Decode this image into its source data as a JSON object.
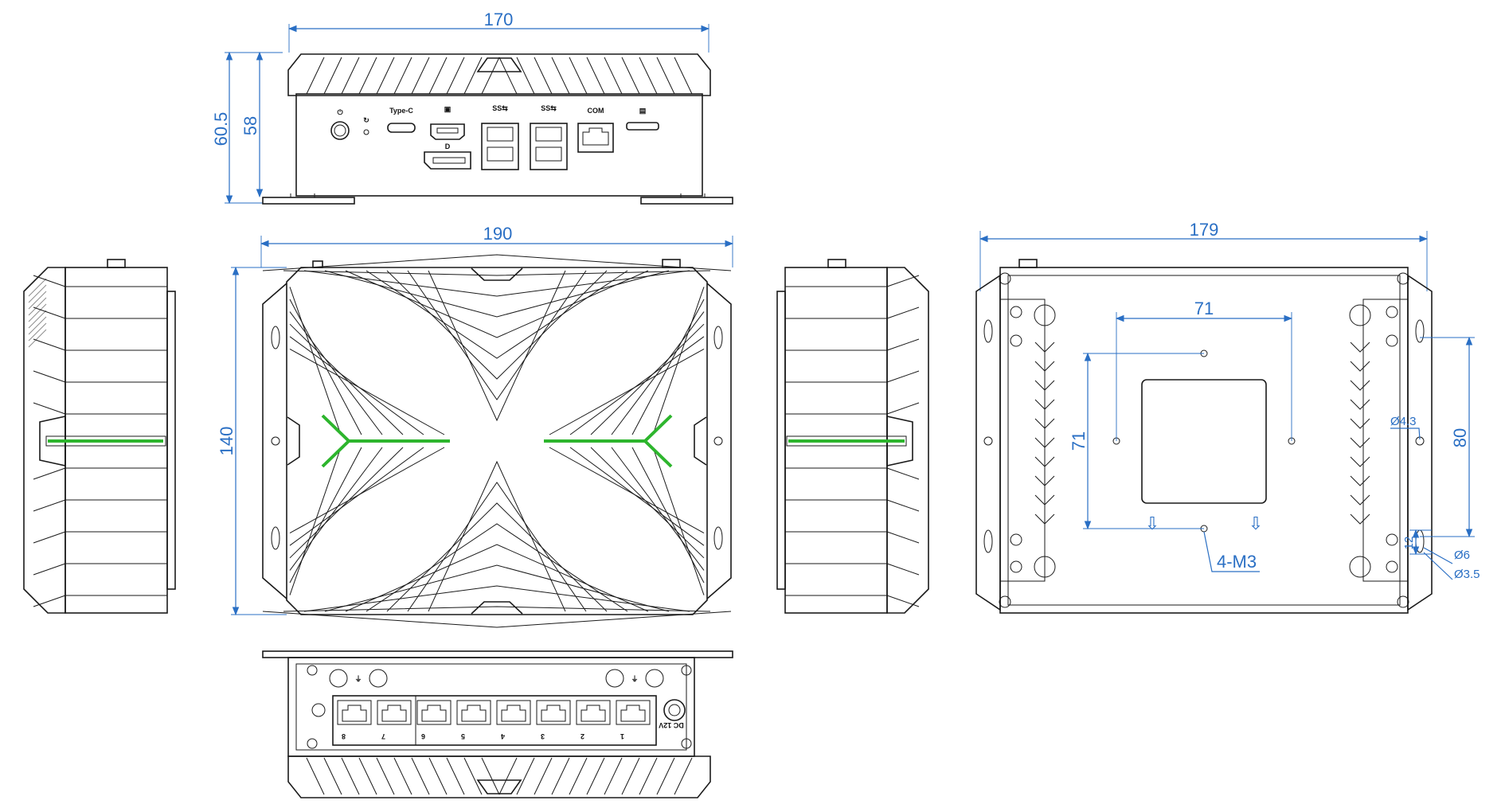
{
  "front_view": {
    "width_dim": "170",
    "height_outer_dim": "60.5",
    "height_inner_dim": "58",
    "port_labels": {
      "type_c": "Type-C",
      "com": "COM"
    }
  },
  "top_view": {
    "width_dim": "190",
    "depth_dim": "140"
  },
  "bottom_view": {
    "width_dim": "179",
    "vesa_h_dim": "71",
    "vesa_v_dim": "71",
    "slot_pitch_dim": "80",
    "hole_dia_a": "Ø4.3",
    "hole_dia_b": "Ø6",
    "hole_dia_c": "Ø3.5",
    "slot_len_dim": "12",
    "screw_callout": "4-M3"
  },
  "rear_view": {
    "lan_ports": [
      "8",
      "7",
      "6",
      "5",
      "4",
      "3",
      "2",
      "1"
    ],
    "dc_label": "DC 12V"
  },
  "colors": {
    "dimension": "#2a6fc4",
    "outline": "#1a1a1a",
    "accent_led": "#2db52d"
  }
}
